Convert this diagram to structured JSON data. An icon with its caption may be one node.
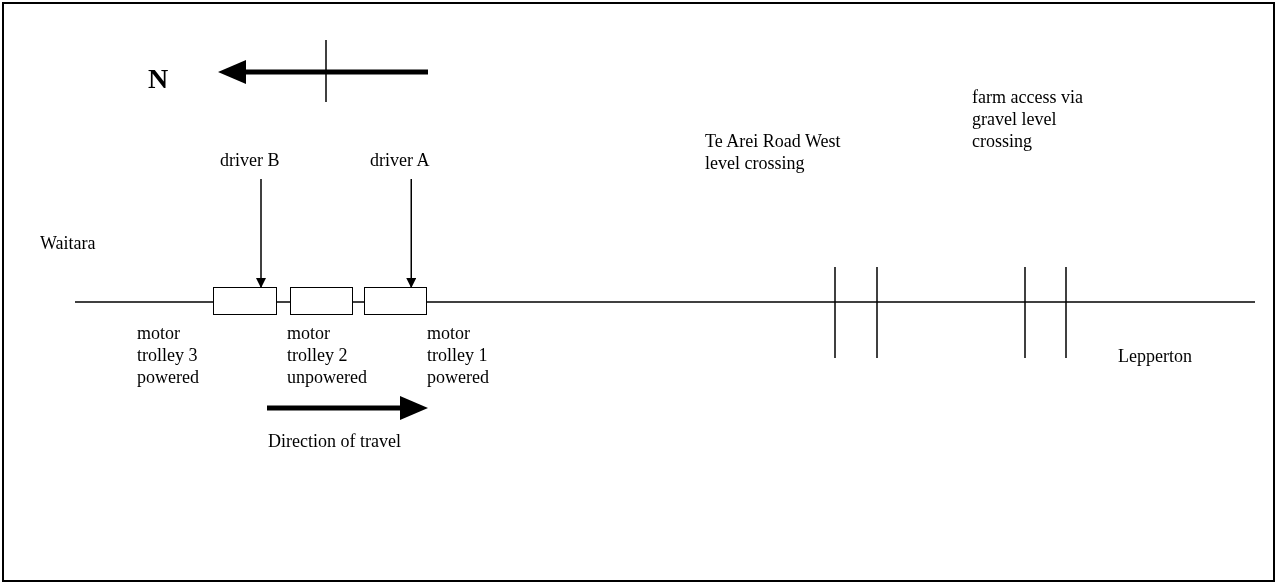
{
  "diagram": {
    "nodes": [
      {
        "text": [
          "driver B"
        ]
      },
      {
        "text": [
          "driver A"
        ]
      },
      {
        "text": [],
        "shape": "box",
        "beside": [
          "motor trolley 3 powered"
        ]
      },
      {
        "text": [],
        "shape": "box",
        "beside": [
          "motor trolley 2 unpowered"
        ]
      },
      {
        "text": [],
        "shape": "box",
        "beside": [
          "motor trolley 1 powered"
        ]
      }
    ],
    "edges": [
      {
        "from": 0,
        "to": 2,
        "arrow": "to"
      },
      {
        "from": 1,
        "to": 4,
        "arrow": "to"
      }
    ],
    "labels": [
      "N",
      "Te Arei Road West level crossing",
      "farm access via gravel level crossing",
      "Waitara",
      "Lepperton",
      "Direction of travel"
    ]
  }
}
